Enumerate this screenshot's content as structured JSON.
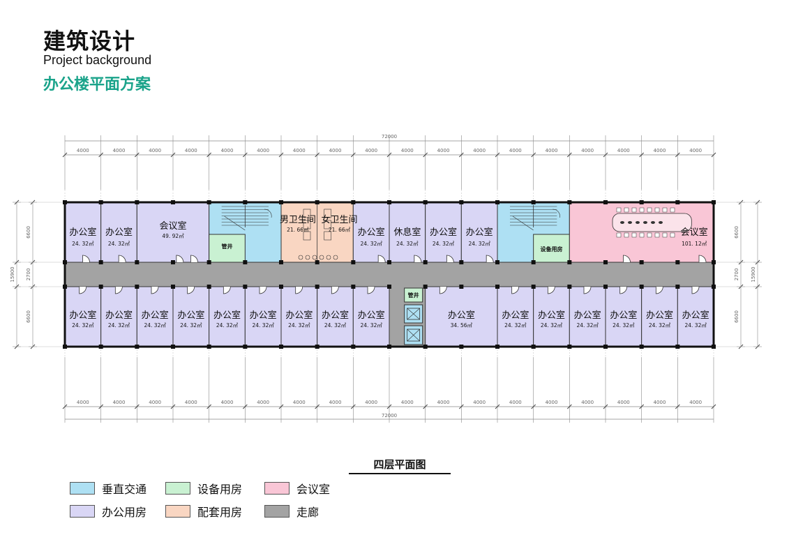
{
  "header": {
    "title": "建筑设计",
    "subtitle": "Project background",
    "section": "办公楼平面方案"
  },
  "plan": {
    "title": "四层平面图",
    "total_top": "72000",
    "total_bottom": "72000",
    "grid_dims": [
      "4000",
      "4000",
      "4000",
      "4000",
      "4000",
      "4000",
      "4000",
      "4000",
      "4000",
      "4000",
      "4000",
      "4000",
      "4000",
      "4000",
      "4000",
      "4000",
      "4000",
      "4000"
    ],
    "side_dims": [
      "6600",
      "2700",
      "6600"
    ],
    "side_total": "15900",
    "colors": {
      "office": "#d9d6f5",
      "vertical": "#aee0f3",
      "equipment": "#c9f1d2",
      "meeting": "#f9c6d6",
      "support": "#f9d6c2",
      "corridor": "#a3a3a3"
    },
    "top_rooms": [
      {
        "label": "办公室",
        "area": "24. 32㎡"
      },
      {
        "label": "办公室",
        "area": "24. 32㎡"
      },
      {
        "label": "会议室",
        "area": "49. 92㎡"
      },
      {
        "label": "管井",
        "area": ""
      },
      {
        "label": "男卫生间",
        "area": "21. 66㎡"
      },
      {
        "label": "女卫生间",
        "area": "21. 66㎡"
      },
      {
        "label": "办公室",
        "area": "24. 32㎡"
      },
      {
        "label": "休息室",
        "area": "24. 32㎡"
      },
      {
        "label": "办公室",
        "area": "24. 32㎡"
      },
      {
        "label": "办公室",
        "area": "24. 32㎡"
      },
      {
        "label": "设备用房",
        "area": ""
      },
      {
        "label": "会议室",
        "area": "101. 12㎡"
      }
    ],
    "bottom_rooms": [
      {
        "label": "办公室",
        "area": "24. 32㎡"
      },
      {
        "label": "办公室",
        "area": "24. 32㎡"
      },
      {
        "label": "办公室",
        "area": "24. 32㎡"
      },
      {
        "label": "办公室",
        "area": "24. 32㎡"
      },
      {
        "label": "办公室",
        "area": "24. 32㎡"
      },
      {
        "label": "办公室",
        "area": "24. 32㎡"
      },
      {
        "label": "办公室",
        "area": "24. 32㎡"
      },
      {
        "label": "办公室",
        "area": "24. 32㎡"
      },
      {
        "label": "办公室",
        "area": "24. 32㎡"
      },
      {
        "label": "管井",
        "area": ""
      },
      {
        "label": "办公室",
        "area": "34. 56㎡"
      },
      {
        "label": "办公室",
        "area": "24. 32㎡"
      },
      {
        "label": "办公室",
        "area": "24. 32㎡"
      },
      {
        "label": "办公室",
        "area": "24. 32㎡"
      },
      {
        "label": "办公室",
        "area": "24. 32㎡"
      },
      {
        "label": "办公室",
        "area": "24. 32㎡"
      },
      {
        "label": "办公室",
        "area": "24. 32㎡"
      }
    ]
  },
  "legend": [
    {
      "label": "垂直交通",
      "color": "#aee0f3"
    },
    {
      "label": "设备用房",
      "color": "#c9f1d2"
    },
    {
      "label": "会议室",
      "color": "#f9c6d6"
    },
    {
      "label": "办公用房",
      "color": "#d9d6f5"
    },
    {
      "label": "配套用房",
      "color": "#f9d6c2"
    },
    {
      "label": "走廊",
      "color": "#a3a3a3"
    }
  ]
}
